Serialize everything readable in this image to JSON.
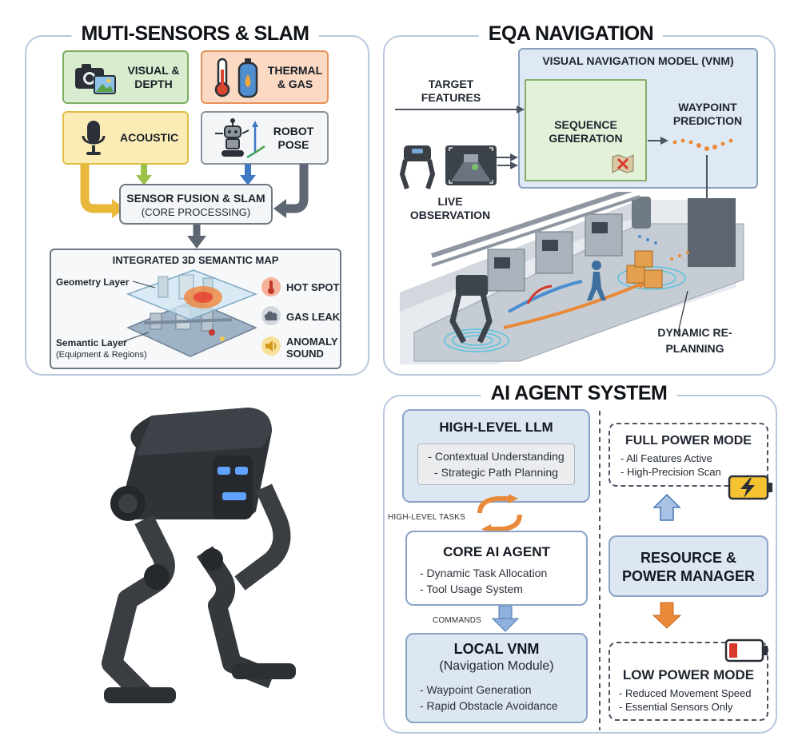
{
  "sensors_panel": {
    "title": "MUTI-SENSORS & SLAM",
    "visual_depth": "VISUAL & DEPTH",
    "thermal_gas": "THERMAL & GAS",
    "acoustic": "ACOUSTIC",
    "robot_pose": "ROBOT POSE",
    "fusion_title": "SENSOR FUSION & SLAM",
    "fusion_sub": "(CORE PROCESSING)",
    "map_title": "INTEGRATED 3D SEMANTIC MAP",
    "geometry_layer": "Geometry Layer",
    "semantic_layer": "Semantic Layer",
    "semantic_sub": "(Equipment & Regions)",
    "hot_spot": "HOT SPOT",
    "gas_leak": "GAS LEAK",
    "anomaly_sound": "ANOMALY SOUND"
  },
  "eqa_panel": {
    "title": "EQA NAVIGATION",
    "vnm_title": "VISUAL NAVIGATION MODEL (VNM)",
    "target_features": "TARGET FEATURES",
    "sequence_generation": "SEQUENCE GENERATION",
    "waypoint_prediction": "WAYPOINT PREDICTION",
    "live_observation": "LIVE OBSERVATION",
    "dynamic_replanning": "DYNAMIC RE-PLANNING"
  },
  "agent_panel": {
    "title": "AI AGENT SYSTEM",
    "llm_title": "HIGH-LEVEL LLM",
    "llm_items": [
      "- Contextual Understanding",
      "- Strategic Path Planning"
    ],
    "high_level_tasks": "HIGH-LEVEL TASKS",
    "core_title": "CORE AI AGENT",
    "core_items": [
      "- Dynamic Task Allocation",
      "- Tool Usage System"
    ],
    "commands": "COMMANDS",
    "vnm_title": "LOCAL VNM",
    "vnm_sub": "(Navigation Module)",
    "vnm_items": [
      "- Waypoint Generation",
      "- Rapid Obstacle Avoidance"
    ],
    "full_power_title": "FULL POWER MODE",
    "full_power_items": [
      "- All Features Active",
      "- High-Precision Scan"
    ],
    "resource_manager": "RESOURCE & POWER MANAGER",
    "low_power_title": "LOW POWER MODE",
    "low_power_items": [
      "- Reduced Movement Speed",
      "- Essential Sensors Only"
    ]
  },
  "colors": {
    "panel_border": "#b9c8df",
    "visual_green": "#d8edcf",
    "thermal_orange": "#fbd9c2",
    "acoustic_yellow": "#fbecb6",
    "arrow_yellow": "#e8b83a",
    "arrow_green": "#9cc24a",
    "arrow_blue": "#3f79c4",
    "arrow_gray": "#5d6672",
    "orange_path": "#e98a3a",
    "agent_blue": "#dde7f4"
  },
  "icons": [
    "camera-icon",
    "thermometer-icon",
    "gas-cylinder-icon",
    "microphone-icon",
    "robot-icon",
    "hot-spot-icon",
    "gas-cloud-icon",
    "speaker-icon",
    "battery-full-icon",
    "battery-low-icon",
    "cycle-arrows-icon"
  ]
}
